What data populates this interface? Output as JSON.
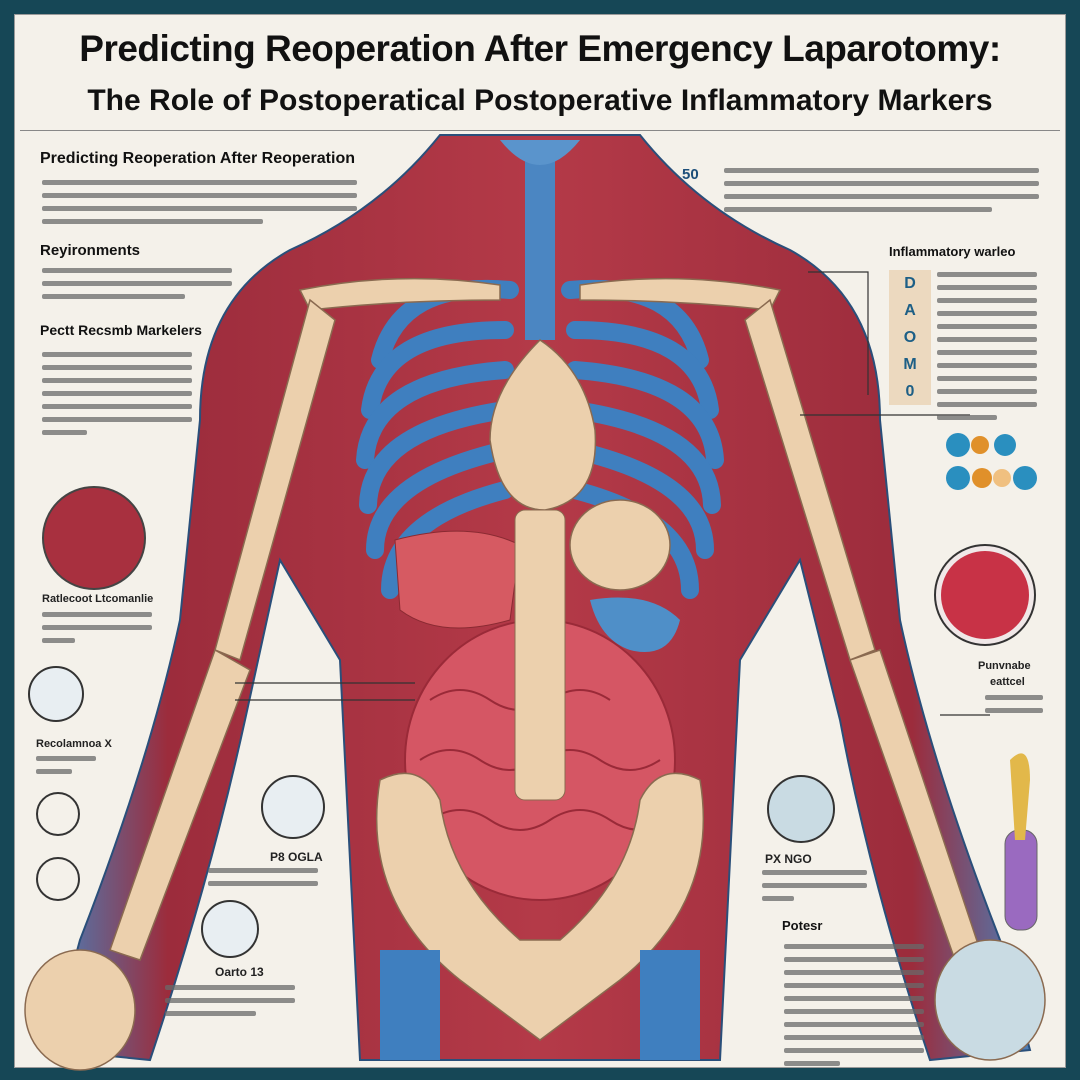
{
  "title": {
    "line1": "Predicting Reoperation After Emergency Laparotomy:",
    "line2": "The Role of Postoperatical Postoperative Inflammatory Markers"
  },
  "left_panel": {
    "heading1": "Predicting Reoperation After Reoperation",
    "heading2": "Reyironments",
    "heading3": "Pectt Recsmb Markelers",
    "caption1": "Ratlecoot Ltcomanlie",
    "caption2": "Recolamnoa X",
    "caption3": "P8 OGLA",
    "caption4": "Oarto 13"
  },
  "right_panel": {
    "number": "50",
    "heading1": "Inflammatory warleo",
    "marker_letters": [
      "D",
      "A",
      "O",
      "M",
      "0"
    ],
    "caption1": "Punvnabe",
    "caption1b": "eattcel",
    "caption2": "PX NGO",
    "heading2": "Potesr"
  },
  "colors": {
    "frame": "#164756",
    "panel": "#f4f1ea",
    "muscle": "#a8303f",
    "ribs": "#3f7fbf",
    "bone": "#ecd0ad",
    "intestine": "#d45560"
  }
}
